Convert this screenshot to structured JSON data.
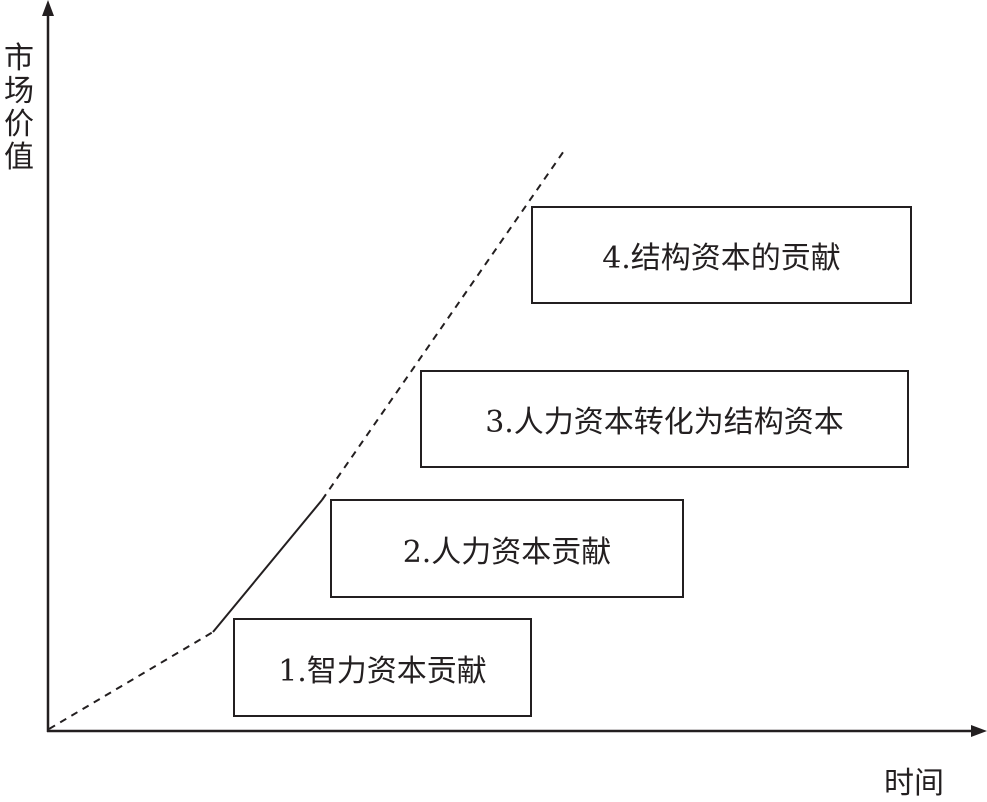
{
  "axes": {
    "y_label": "市场价值",
    "x_label": "时间"
  },
  "stages": [
    {
      "label": "1.智力资本贡献"
    },
    {
      "label": "2.人力资本贡献"
    },
    {
      "label": "3.人力资本转化为结构资本"
    },
    {
      "label": "4.结构资本的贡献"
    }
  ],
  "colors": {
    "ink": "#231f20"
  }
}
